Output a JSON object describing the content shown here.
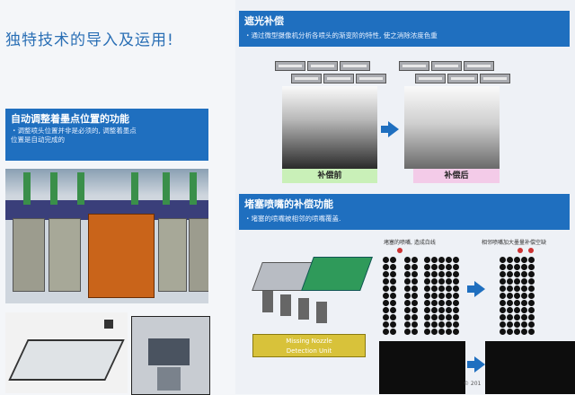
{
  "title": "独特技术的导入及运用!",
  "left_panel": {
    "heading": "自动调整着墨点位置的功能",
    "desc_line1": "・调整喷头位置并非是必须的, 调整着墨点",
    "desc_line2": "位置是自动完成的"
  },
  "shading": {
    "heading": "遮光补偿",
    "desc": "・通过微型摄像机分析各喷头的渐变阶的特性, 使之消除浓度色重",
    "before_label": "补偿前",
    "after_label": "补偿后"
  },
  "nozzle": {
    "heading": "堵塞喷嘴的补偿功能",
    "desc": "・堵塞的喷嘴被相邻的喷嘴覆盖.",
    "caption_left": "堵塞的喷嘴, 造成白线",
    "caption_right": "相邻喷嘴加大墨量补偿空缺",
    "detect_line1": "Missing Nozzle",
    "detect_line2": "Detection Unit",
    "watermark": "© 201"
  },
  "colors": {
    "accent": "#1f6fbf",
    "before_bar": "#c9f0b8",
    "after_bar": "#f3cbe8",
    "detect_box": "#d8c23a"
  }
}
